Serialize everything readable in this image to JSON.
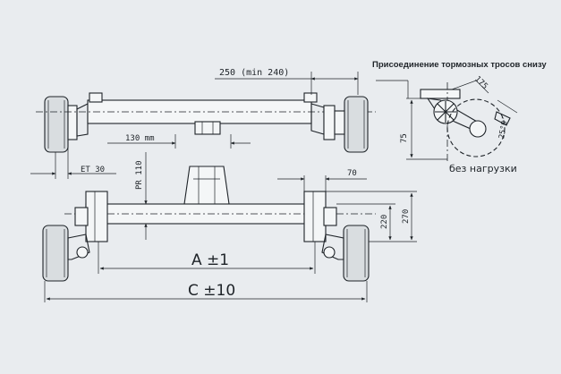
{
  "labels": {
    "dim_250": "250 (min 240)",
    "brake_title": "Присоединение тормозных тросов снизу",
    "dim_175": "175",
    "dim_25deg": "25°0'",
    "dim_75": "75",
    "no_load": "без нагрузки",
    "dim_130": "130 mm",
    "dim_pr110": "PR 110",
    "dim_et30": "ET 30",
    "dim_70": "70",
    "dim_220": "220",
    "dim_270": "270",
    "dim_a": "A ±1",
    "dim_c": "C ±10"
  }
}
